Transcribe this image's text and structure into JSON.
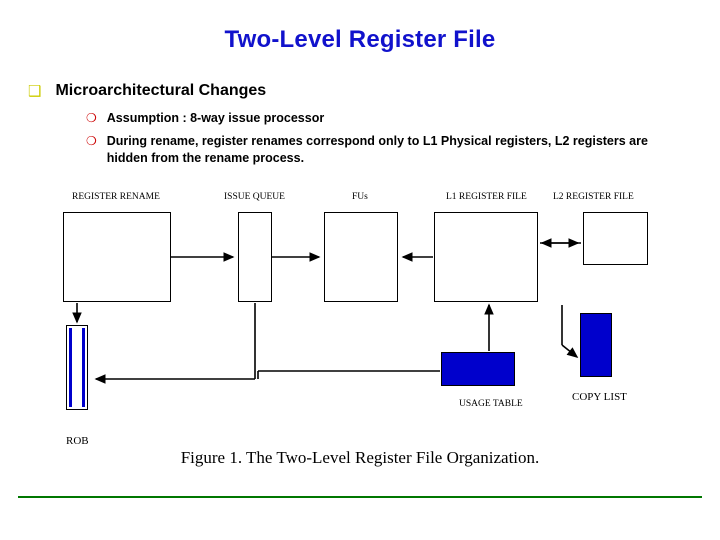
{
  "slide": {
    "title": "Two-Level Register File",
    "bullets": [
      {
        "marker": "❑",
        "text": "Microarchitectural Changes"
      },
      {
        "marker": "❍",
        "text": "Assumption : 8-way issue processor"
      },
      {
        "marker": "❍",
        "text": "During rename, register renames correspond only to L1 Physical registers, L2 registers are hidden from the rename process."
      }
    ],
    "figure": {
      "caption": "Figure 1. The Two-Level Register File Organization.",
      "labels": [
        {
          "name": "register-rename",
          "text": "REGISTER RENAME"
        },
        {
          "name": "issue-queue",
          "text": "ISSUE QUEUE"
        },
        {
          "name": "fus",
          "text": "FUs"
        },
        {
          "name": "l1-register-file",
          "text": "L1 REGISTER FILE"
        },
        {
          "name": "l2-register-file",
          "text": "L2 REGISTER FILE"
        },
        {
          "name": "usage-table",
          "text": "USAGE TABLE"
        },
        {
          "name": "copy-list",
          "text": "COPY LIST"
        },
        {
          "name": "rob",
          "text": "ROB"
        }
      ]
    },
    "colors": {
      "title": "#1112cc",
      "bullet1_marker": "#cccc00",
      "bullet2_marker": "#cc0000",
      "block_fill": "#0000cc",
      "rule": "#007700"
    }
  }
}
